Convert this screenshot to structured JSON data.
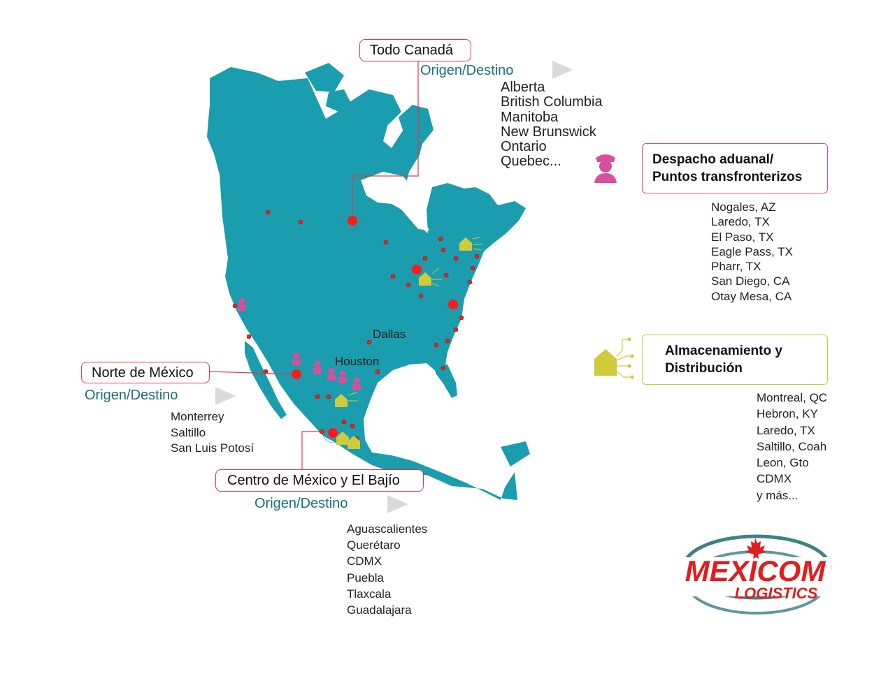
{
  "canada": {
    "title": "Todo Canadá",
    "origin_label": "Origen/Destino",
    "provinces": [
      "Alberta",
      "British Columbia",
      "Manitoba",
      "New Brunswick",
      "Ontario",
      "Quebec..."
    ]
  },
  "customs": {
    "title_line1": "Despacho aduanal/",
    "title_line2": "Puntos transfronterizos",
    "points": [
      "Nogales, AZ",
      "Laredo, TX",
      "El Paso, TX",
      "Eagle Pass, TX",
      "Pharr, TX",
      "San Diego, CA",
      "Otay Mesa, CA"
    ]
  },
  "storage": {
    "title_line1": "Almacenamiento y",
    "title_line2": "Distribución",
    "locations": [
      "Montreal, QC",
      "Hebron, KY",
      "Laredo, TX",
      "Saltillo, Coah",
      "Leon, Gto",
      "CDMX",
      "y más..."
    ]
  },
  "north_mexico": {
    "title": "Norte de México",
    "origin_label": "Origen/Destino",
    "cities": [
      "Monterrey",
      "Saltillo",
      "San Luis Potosí"
    ]
  },
  "central_mexico": {
    "title": "Centro de México y El Bajío",
    "origin_label": "Origen/Destino",
    "cities": [
      "Aguascalientes",
      "Querétaro",
      "CDMX",
      "Puebla",
      "Tlaxcala",
      "Guadalajara"
    ]
  },
  "map_labels": {
    "dallas": "Dallas",
    "houston": "Houston"
  },
  "logo": {
    "line1": "MEXICOM",
    "line2": "LOGISTICS"
  },
  "colors": {
    "land": "#1a9dae",
    "route": "#e03a4a",
    "dot": "#ff1a1a",
    "customs_accent": "#d94f9c",
    "storage_accent": "#cfcb3a",
    "origin_text": "#1b6f7d",
    "logo_red": "#e11d1d",
    "logo_teal": "#1a6c73"
  }
}
